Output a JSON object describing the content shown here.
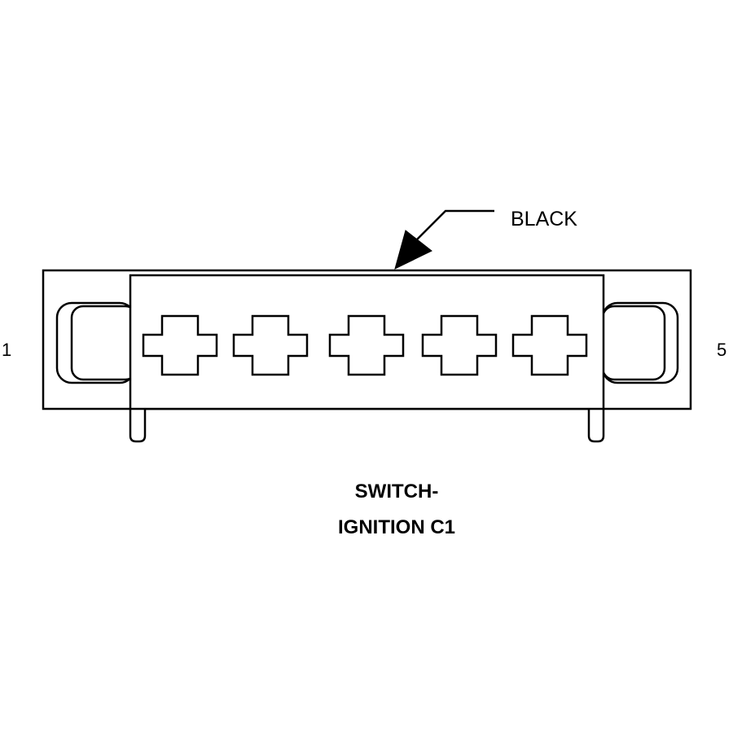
{
  "connector": {
    "color_label": "BLACK",
    "pin_labels": [
      "1",
      "5"
    ],
    "title_lines": [
      "SWITCH-",
      "IGNITION C1"
    ]
  },
  "colors": {
    "line": "#000000",
    "background": "#ffffff"
  }
}
